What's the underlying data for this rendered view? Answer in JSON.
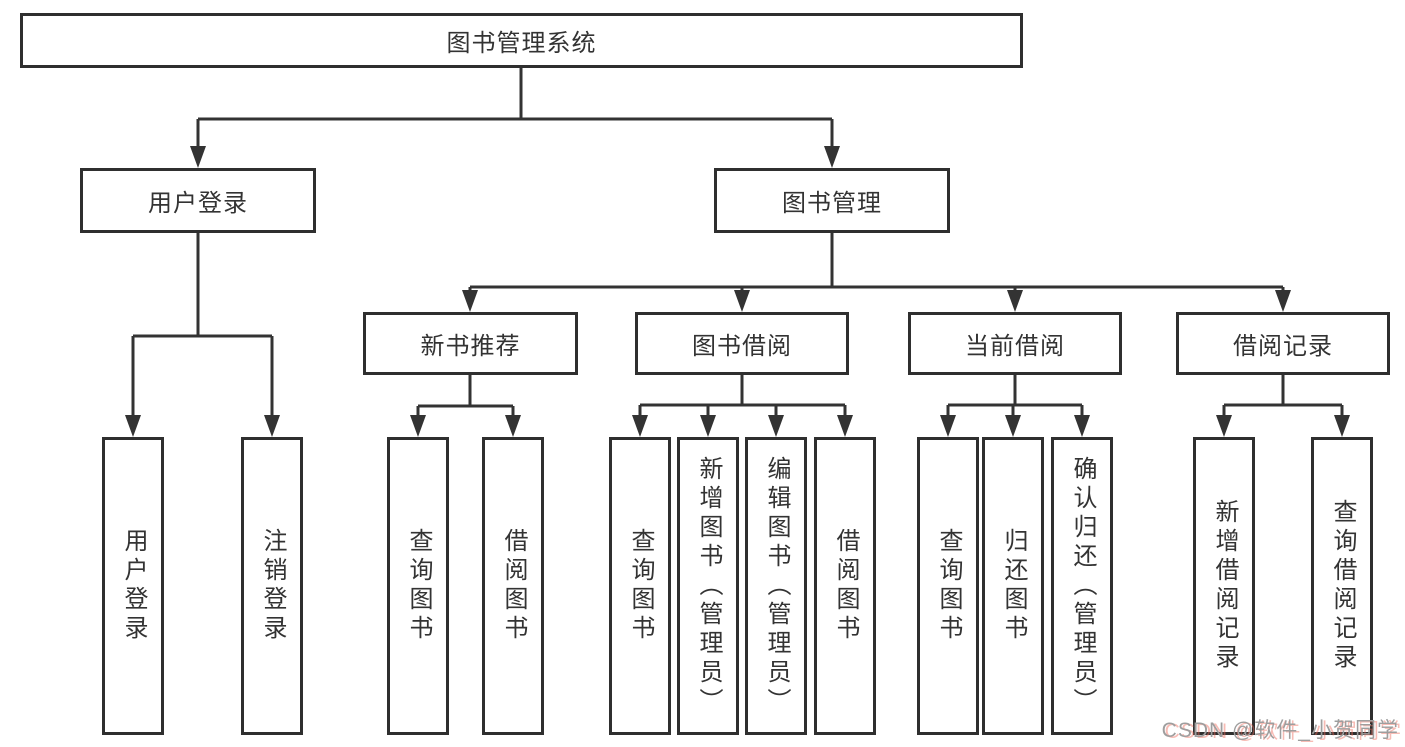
{
  "diagram": {
    "root": "图书管理系统",
    "level2": {
      "user_login": "用户登录",
      "book_management": "图书管理"
    },
    "level3": {
      "new_book_rec": "新书推荐",
      "book_borrow": "图书借阅",
      "current_borrow": "当前借阅",
      "borrow_records": "借阅记录"
    },
    "leaves": {
      "login": [
        "用户登录",
        "注销登录"
      ],
      "new_book": [
        "查询图书",
        "借阅图书"
      ],
      "borrow": [
        "查询图书",
        "新增图书（管理员）",
        "编辑图书（管理员）",
        "借阅图书"
      ],
      "current": [
        "查询图书",
        "归还图书",
        "确认归还（管理员）"
      ],
      "records": [
        "新增借阅记录",
        "查询借阅记录"
      ]
    },
    "colors": {
      "line": "#333333",
      "box_border": "#2f2f2f",
      "text": "#333333",
      "watermark_gray": "#9e9e9e",
      "watermark_red": "#ed6a5c"
    },
    "watermark": "CSDN @软件_小贺同学"
  }
}
